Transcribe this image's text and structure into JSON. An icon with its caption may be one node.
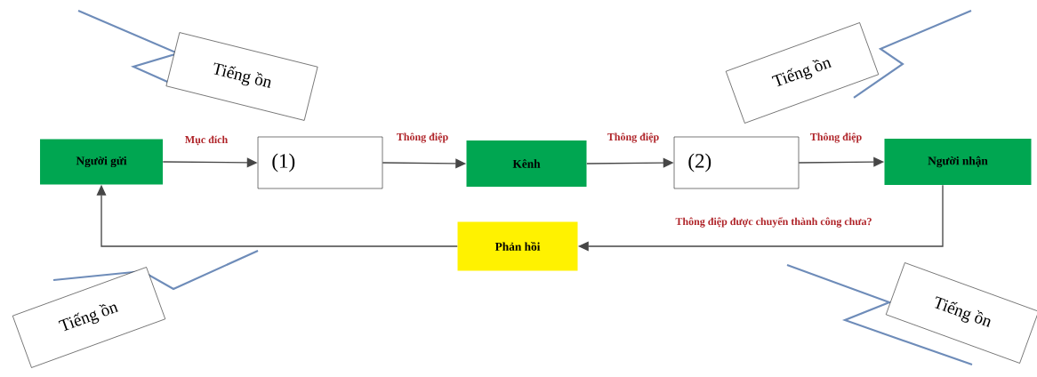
{
  "diagram": {
    "nodes": [
      {
        "text": [
          "Người gửi"
        ]
      },
      {
        "text": [
          "(1)"
        ]
      },
      {
        "text": [
          "Kênh"
        ]
      },
      {
        "text": [
          "(2)"
        ]
      },
      {
        "text": [
          "Người nhận"
        ]
      },
      {
        "text": [
          "Phản hồi"
        ]
      },
      {
        "text": [
          "Tiếng ồn"
        ]
      },
      {
        "text": [
          "Tiếng ồn"
        ]
      },
      {
        "text": [
          "Tiếng ồn"
        ]
      },
      {
        "text": [
          "Tiếng ồn"
        ]
      }
    ],
    "edges": [
      {
        "from": 0,
        "to": 1,
        "arrow": "to",
        "label": "Mục đích"
      },
      {
        "from": 1,
        "to": 2,
        "arrow": "to",
        "label": "Thông điệp"
      },
      {
        "from": 2,
        "to": 3,
        "arrow": "to",
        "label": "Thông điệp"
      },
      {
        "from": 3,
        "to": 4,
        "arrow": "to",
        "label": "Thông điệp"
      },
      {
        "from": 4,
        "to": 5,
        "arrow": "to",
        "label": "Thông điệp được chuyển thành công chưa?"
      },
      {
        "from": 5,
        "to": 0,
        "arrow": "to"
      }
    ]
  }
}
